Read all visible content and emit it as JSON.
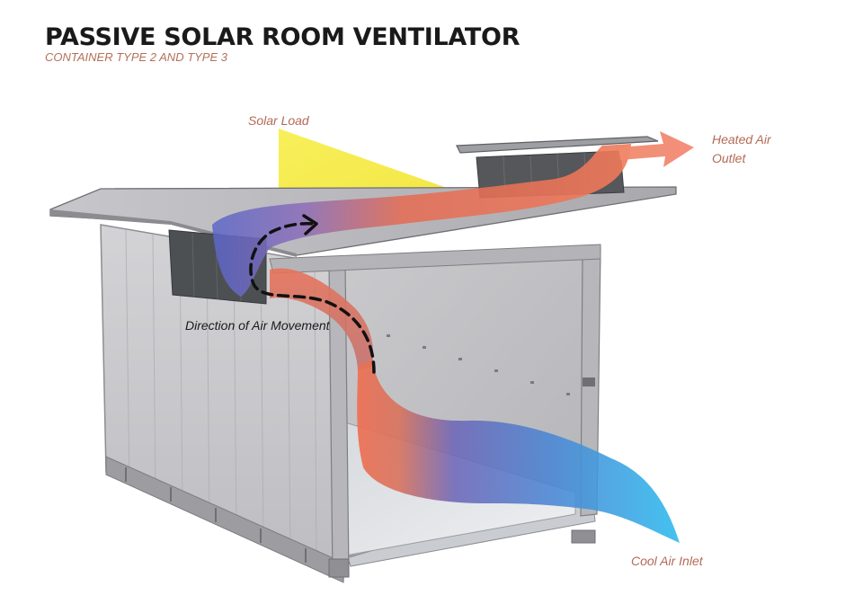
{
  "header": {
    "title": "PASSIVE SOLAR ROOM VENTILATOR",
    "subtitle": "CONTAINER TYPE 2 AND TYPE 3"
  },
  "labels": {
    "solar_load": "Solar Load",
    "heated_air_line1": "Heated Air",
    "heated_air_line2": "Outlet",
    "air_movement": "Direction of Air Movement",
    "cool_air_inlet": "Cool Air Inlet"
  },
  "colors": {
    "label_accent": "#b36a55",
    "solar_load": "#f5ea3c",
    "heated_air": "#ef6f4f",
    "mixed_air": "#6f6fc0",
    "cool_air": "#35b8ec",
    "container": "#c6c6c9"
  }
}
